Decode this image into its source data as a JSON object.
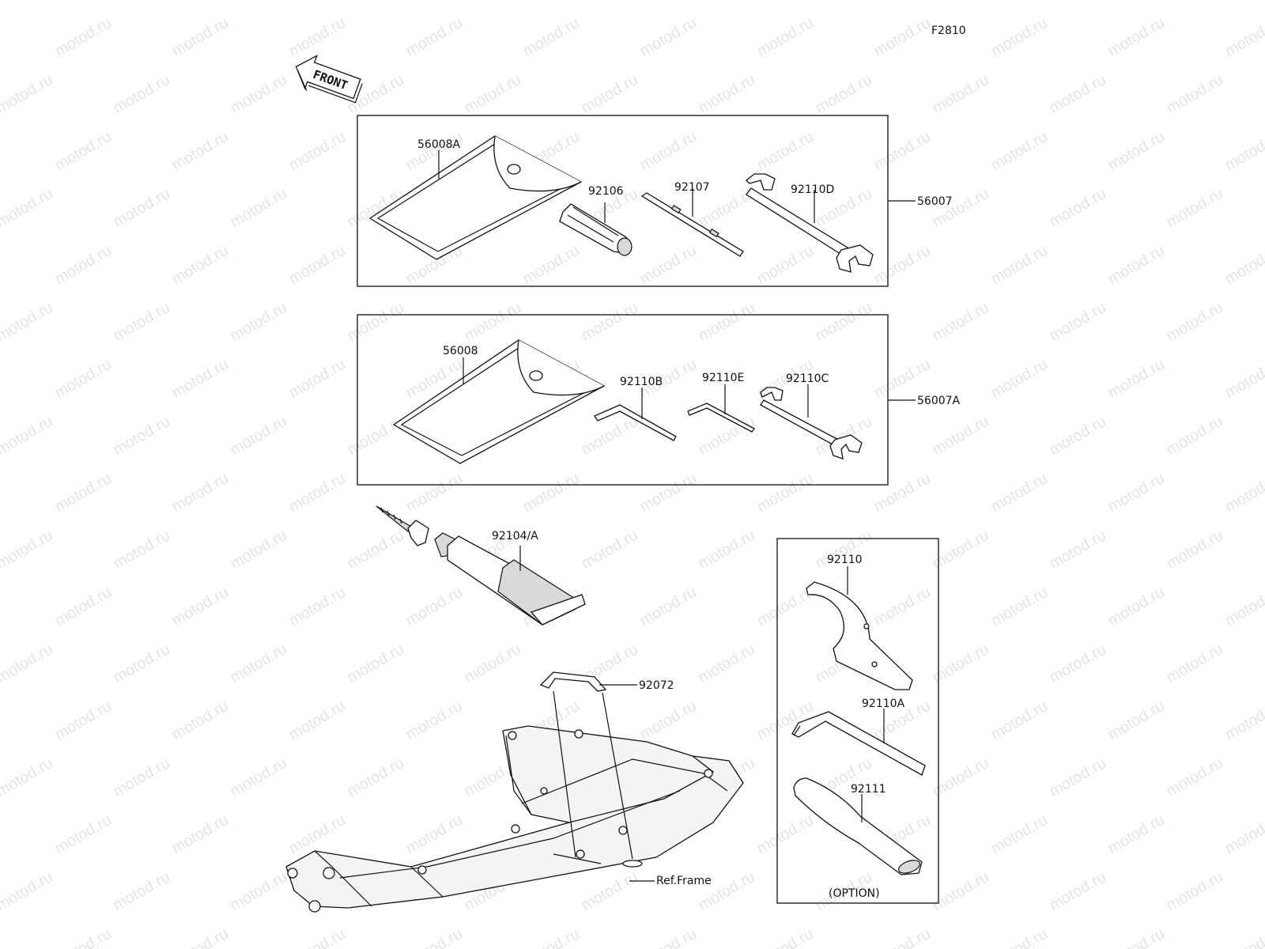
{
  "diagram_code": "F2810",
  "front_arrow_label": "FRONT",
  "watermark_text": "motod.ru",
  "option_caption": "(OPTION)",
  "labels": {
    "part_56008A": "56008A",
    "part_92106": "92106",
    "part_92107": "92107",
    "part_92110D": "92110D",
    "kit_56007": "56007",
    "part_56008": "56008",
    "part_92110B": "92110B",
    "part_92110E": "92110E",
    "part_92110C": "92110C",
    "kit_56007A": "56007A",
    "part_92104A": "92104/A",
    "part_92072": "92072",
    "ref_frame": "Ref.Frame",
    "part_92110": "92110",
    "part_92110A": "92110A",
    "part_92111": "92111"
  },
  "colors": {
    "line": "#111111",
    "watermark": "#e4e4e4",
    "fill_gray": "#d9d9d9"
  }
}
